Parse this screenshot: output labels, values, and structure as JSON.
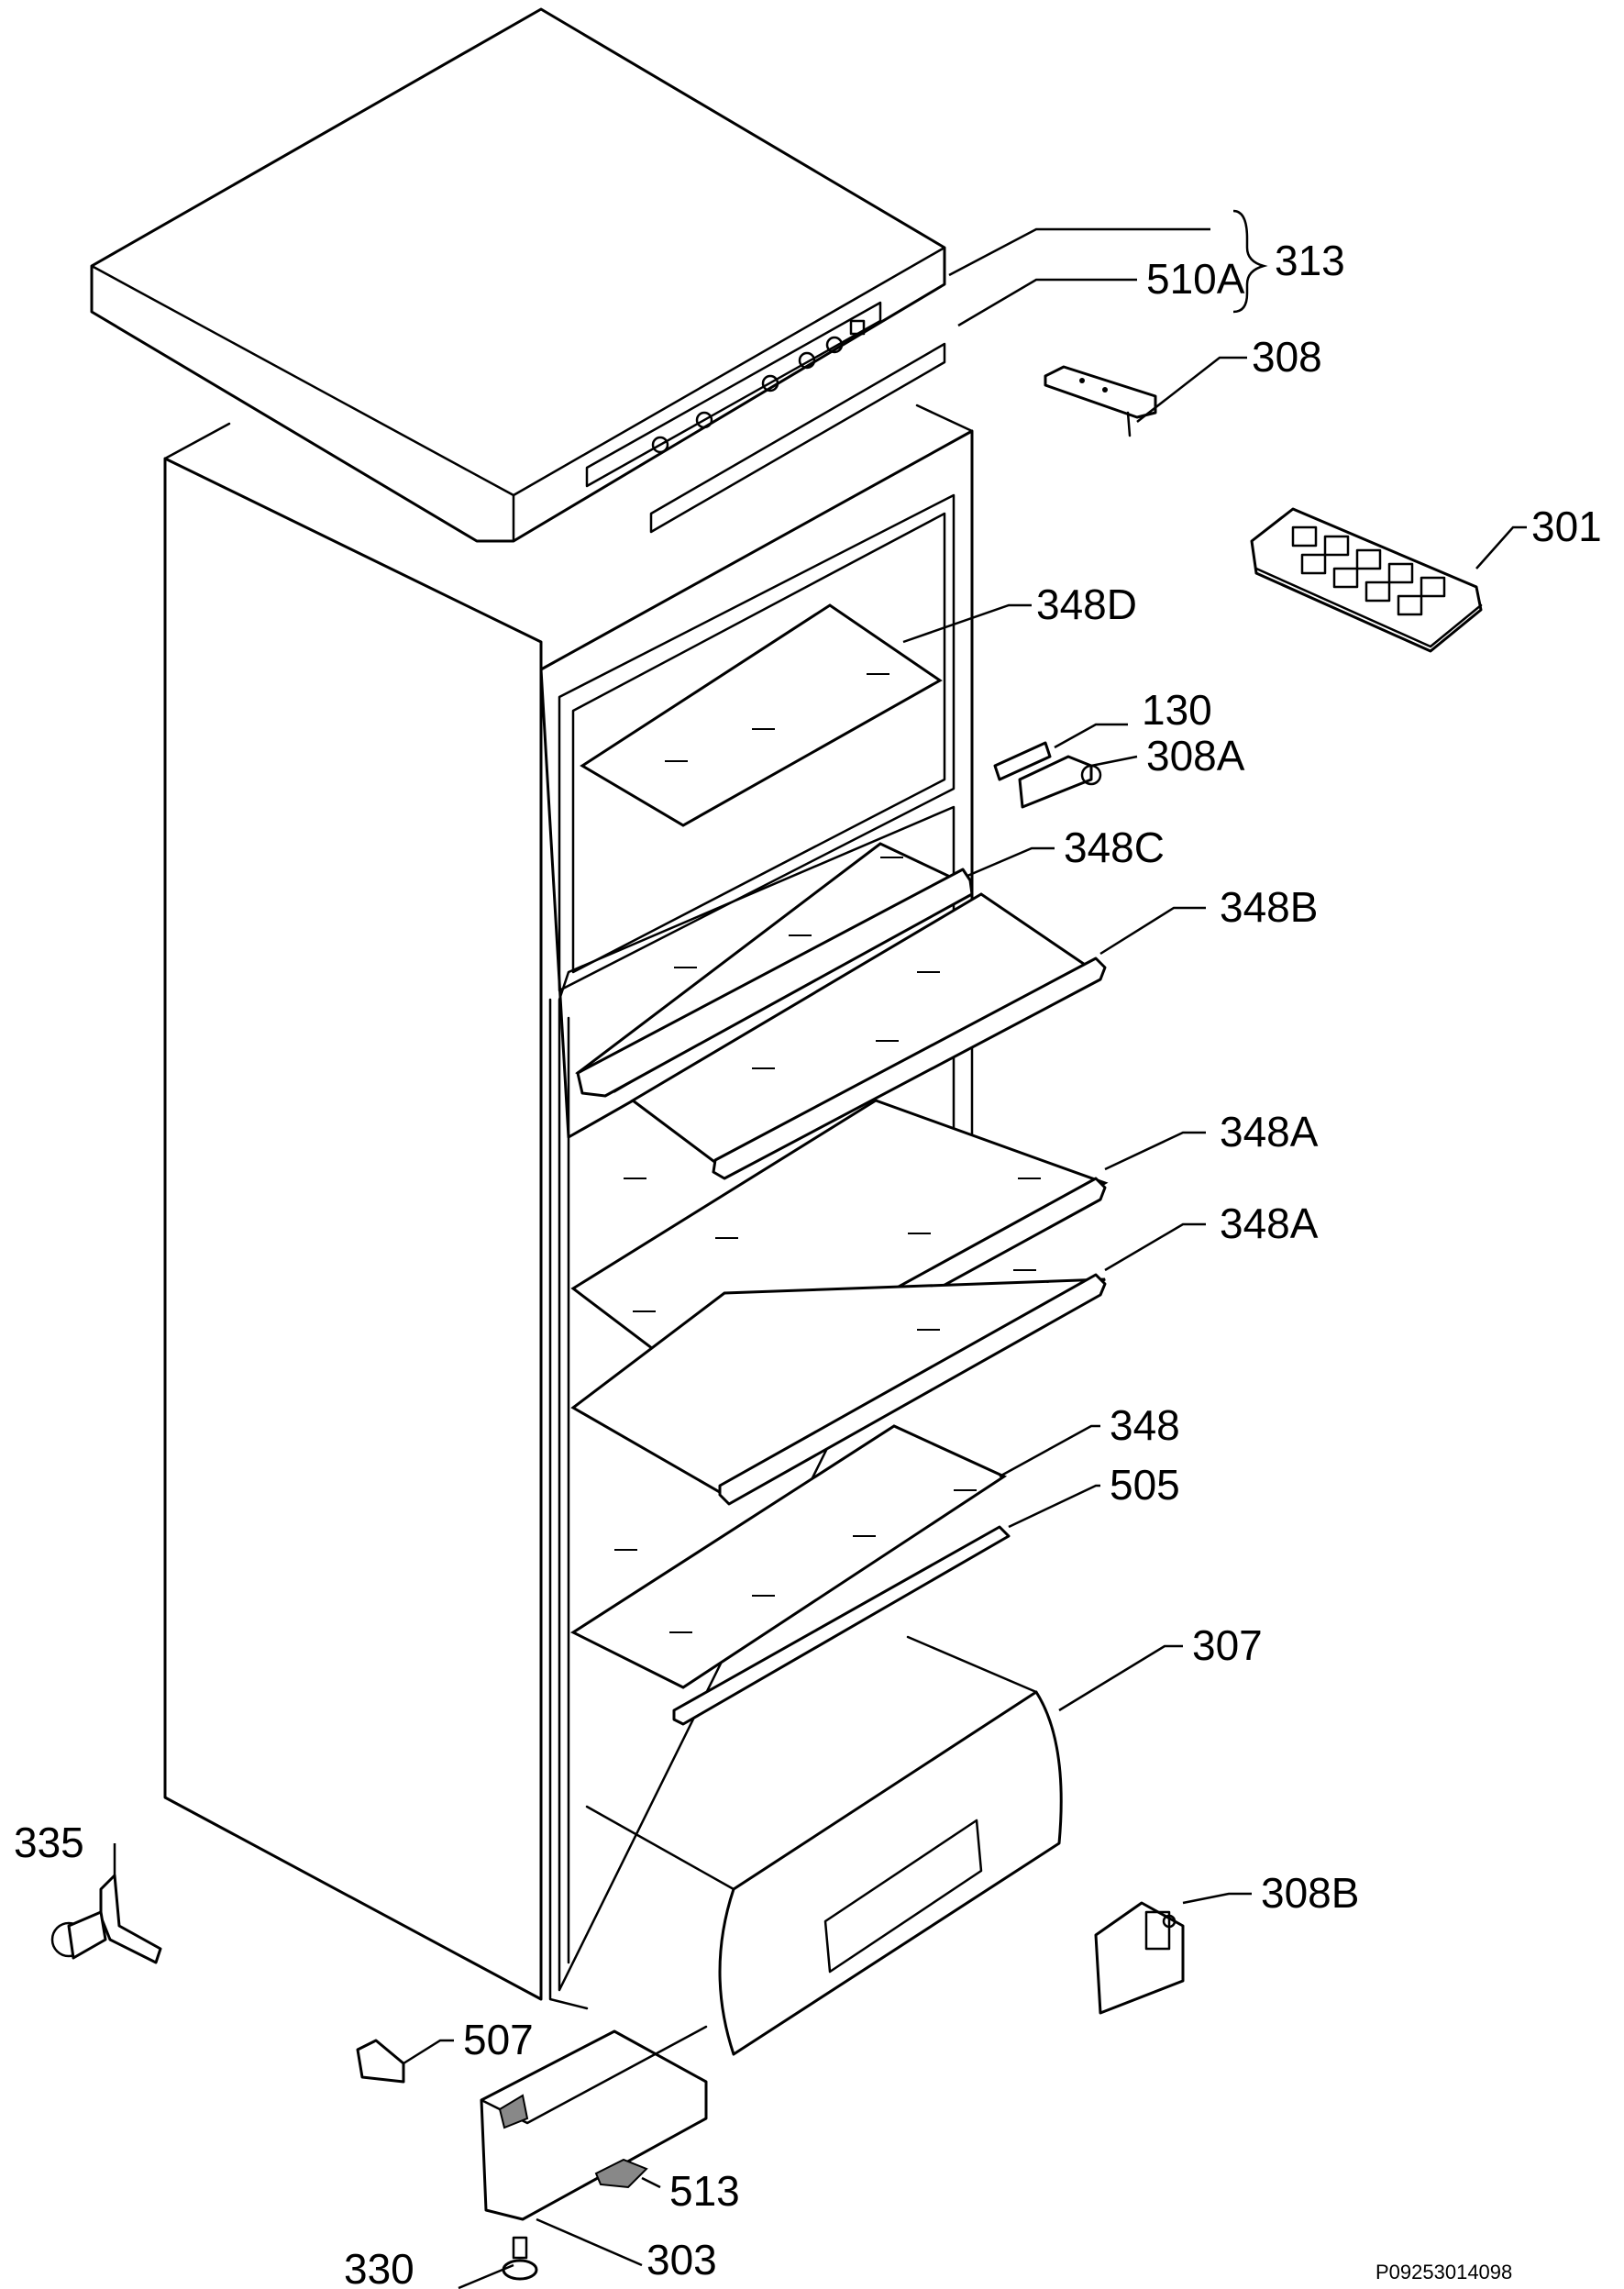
{
  "diagram": {
    "callouts": {
      "c313": "313",
      "c510A": "510A",
      "c308": "308",
      "c301": "301",
      "c348D": "348D",
      "c130": "130",
      "c308A": "308A",
      "c348C": "348C",
      "c348B": "348B",
      "c348A_1": "348A",
      "c348A_2": "348A",
      "c348": "348",
      "c505": "505",
      "c307": "307",
      "c335": "335",
      "c308B": "308B",
      "c507": "507",
      "c513": "513",
      "c303": "303",
      "c330": "330"
    },
    "drawing_number": "P09253014098"
  }
}
